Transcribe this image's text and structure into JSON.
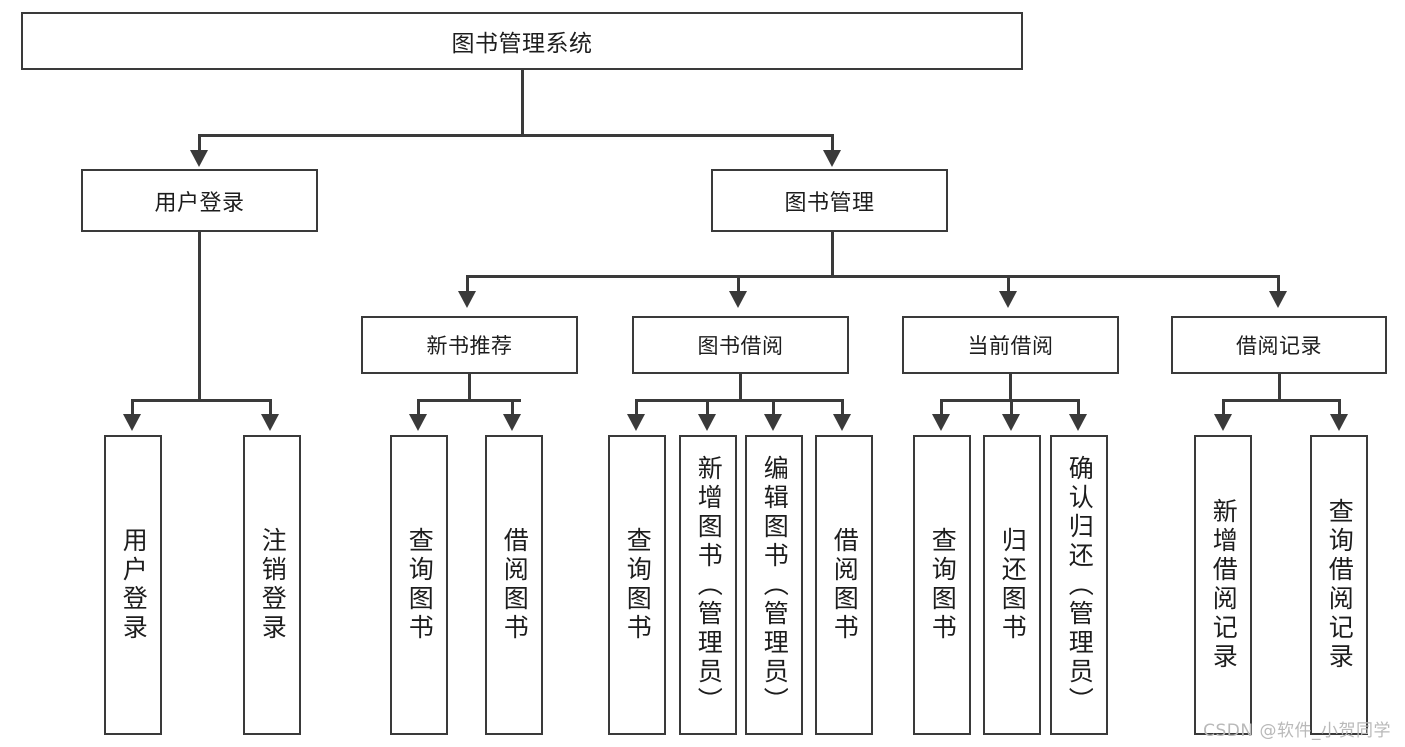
{
  "diagram": {
    "title": "图书管理系统",
    "type": "hierarchy-tree",
    "root": {
      "label": "图书管理系统"
    },
    "level2": [
      {
        "label": "用户登录"
      },
      {
        "label": "图书管理"
      }
    ],
    "level3": [
      {
        "label": "新书推荐"
      },
      {
        "label": "图书借阅"
      },
      {
        "label": "当前借阅"
      },
      {
        "label": "借阅记录"
      }
    ],
    "leaves": {
      "user_login": [
        {
          "label": "用户登录"
        },
        {
          "label": "注销登录"
        }
      ],
      "new_book_recommend": [
        {
          "label": "查询图书"
        },
        {
          "label": "借阅图书"
        }
      ],
      "book_borrow": [
        {
          "label": "查询图书"
        },
        {
          "label": "新增图书（管理员）"
        },
        {
          "label": "编辑图书（管理员）"
        },
        {
          "label": "借阅图书"
        }
      ],
      "current_borrow": [
        {
          "label": "查询图书"
        },
        {
          "label": "归还图书"
        },
        {
          "label": "确认归还（管理员）"
        }
      ],
      "borrow_record": [
        {
          "label": "新增借阅记录"
        },
        {
          "label": "查询借阅记录"
        }
      ]
    }
  },
  "watermark": {
    "text": "CSDN @软件_小贺同学"
  },
  "colors": {
    "stroke": "#3a3a3a",
    "fill": "#ffffff",
    "text": "#1d1d1d",
    "watermark": "#b9b9b9"
  }
}
